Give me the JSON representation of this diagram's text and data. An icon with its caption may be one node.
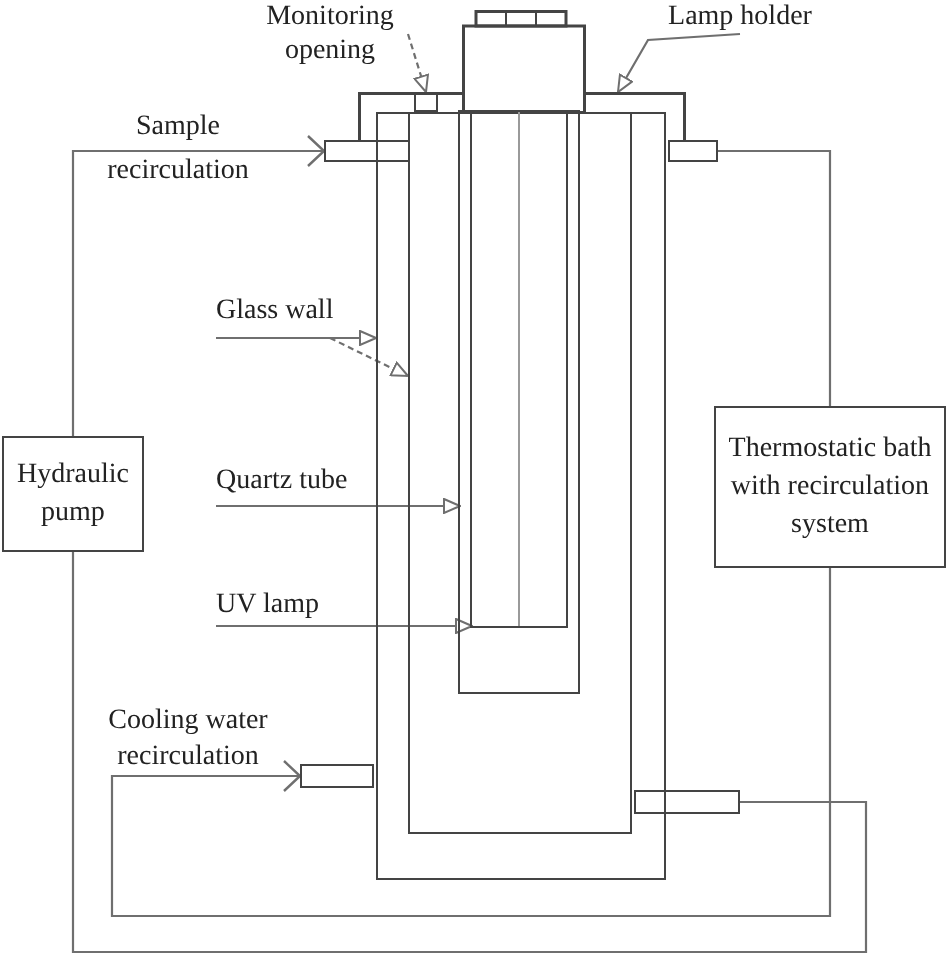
{
  "diagram": {
    "nodes": [
      {
        "text": [
          "Monitoring opening"
        ]
      },
      {
        "text": [
          "Lamp holder"
        ]
      },
      {
        "text": [],
        "shape": "box"
      },
      {
        "text": [],
        "shape": "box",
        "in": 2
      },
      {
        "text": [],
        "shape": "box"
      },
      {
        "text": [],
        "shape": "box"
      },
      {
        "text": [
          "Glass wall"
        ]
      },
      {
        "text": [],
        "shape": "box"
      },
      {
        "text": [],
        "shape": "box",
        "in": 7
      },
      {
        "text": [],
        "shape": "box",
        "in": 8
      },
      {
        "text": [],
        "shape": "box",
        "in": 9
      },
      {
        "text": [
          "Hydraulic pump"
        ]
      },
      {
        "text": [
          "Quartz tube"
        ]
      },
      {
        "text": [
          "Thermostatic bath with recirculation system"
        ]
      },
      {
        "text": [
          "UV lamp"
        ]
      },
      {
        "text": [],
        "shape": "box"
      },
      {
        "text": [],
        "shape": "box"
      }
    ],
    "edges": [
      {
        "from": 11,
        "to": 4,
        "arrow": "to",
        "label": "Sample recirculation"
      },
      {
        "from": 16,
        "to": 11,
        "arrow": "none"
      },
      {
        "from": 5,
        "to": 13,
        "arrow": "none"
      },
      {
        "from": 13,
        "to": 15,
        "arrow": "to",
        "label": "Cooling water recirculation"
      },
      {
        "from": 0,
        "to": 3,
        "arrow": "to",
        "style": "dashed"
      },
      {
        "from": 1,
        "to": 2,
        "arrow": "to"
      },
      {
        "from": 6,
        "to": 7,
        "arrow": "to"
      },
      {
        "from": 6,
        "to": 8,
        "arrow": "to",
        "style": "dashed"
      },
      {
        "from": 12,
        "to": 9,
        "arrow": "to"
      },
      {
        "from": 14,
        "to": 10,
        "arrow": "to"
      }
    ]
  }
}
